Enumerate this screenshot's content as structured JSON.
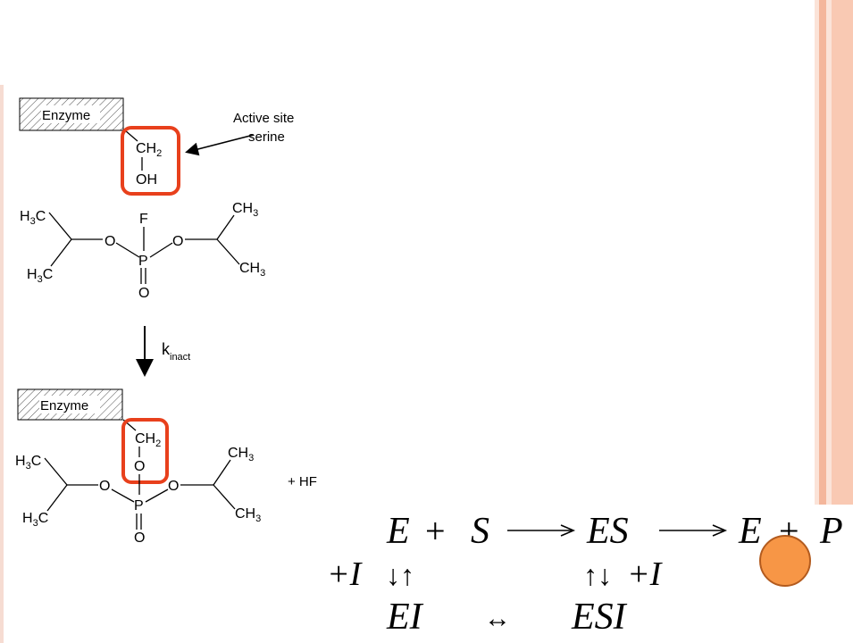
{
  "mechanism": {
    "enzyme_label_top": "Enzyme",
    "enzyme_label_bottom": "Enzyme",
    "active_site_line1": "Active site",
    "active_site_line2": "serine",
    "rate_constant_main": "k",
    "rate_constant_sub": "inact",
    "byproduct": "+ HF",
    "atoms": {
      "ch": "CH",
      "two": "2",
      "three": "3",
      "oh": "OH",
      "o": "O",
      "p": "P",
      "f": "F",
      "h": "H",
      "c": "C"
    }
  },
  "scheme": {
    "row1": {
      "e": "E",
      "plus": "+",
      "s": "S",
      "es": "ES",
      "e2": "E",
      "plus2": "+",
      "p": "P"
    },
    "row2": {
      "plus_i_left": "+I",
      "arrows_left": "↓↑",
      "arrows_right": "↑↓",
      "plus_i_right": "+I"
    },
    "row3": {
      "ei": "EI",
      "eq": "↔",
      "esi": "ESI"
    }
  },
  "colors": {
    "highlight_box": "#e8401c",
    "accent_circle": "#f79646",
    "stripe_light": "#f9d5c5",
    "stripe_mid": "#f4b69b"
  }
}
